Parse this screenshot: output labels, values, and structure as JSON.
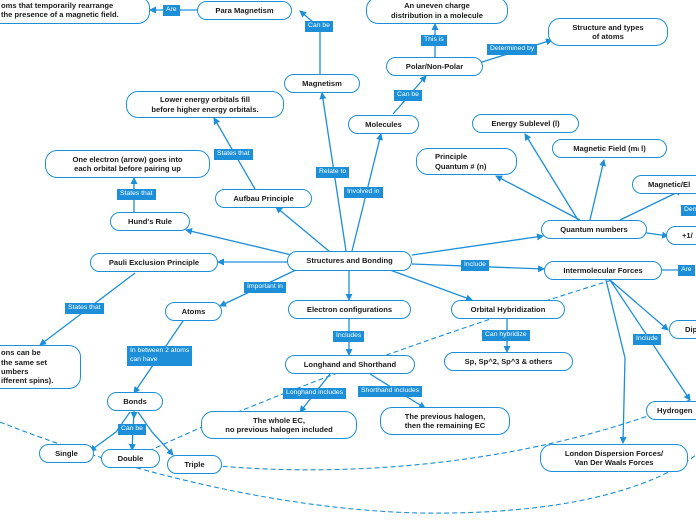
{
  "colors": {
    "accent": "#1c8fd8",
    "node_border": "#1c8fd8",
    "text": "#1a1a1a"
  },
  "nodes": {
    "center": "Structures and Bonding",
    "magnetism": "Magnetism",
    "para_magnetism": "Para Magnetism",
    "para_desc": "oms that temporarily rearrange\nthe presence of a magnetic field.",
    "uneven_charge": "An uneven charge\ndistribution in a molecule",
    "structure_types": "Structure and types\nof atoms",
    "polar": "Polar/Non-Polar",
    "molecules": "Molecules",
    "lower_orbitals": "Lower energy orbitals fill\nbefore higher energy orbitals.",
    "aufbau": "Aufbau Principle",
    "one_electron": "One electron (arrow) goes into\neach orbital before pairing up",
    "hunds_rule": "Hund's Rule",
    "pauli": "Pauli Exclusion Principle",
    "pauli_desc": "ons can be\nthe same set\numbers\nifferent spins).",
    "atoms": "Atoms",
    "electron_config": "Electron configurations",
    "bonds": "Bonds",
    "single": "Single",
    "double": "Double",
    "triple": "Triple",
    "longhand_shorthand": "Longhand and Shorthand",
    "whole_ec": "The whole EC,\nno previous halogen included",
    "previous_halogen": "The previous halogen,\nthen the remaining EC",
    "orbital_hybrid": "Orbital Hybridization",
    "sp_types": "Sp, Sp^2, Sp^3 & others",
    "energy_sublevel": "Energy Sublevel (l)",
    "principle_qn": "Principle\nQuantum # (n)",
    "magnetic_field": "Magnetic Field (mₗ l)",
    "magnetic_el": "Magnetic/El",
    "quantum_numbers": "Quantum numbers",
    "plus_half": "+1/",
    "intermolecular": "Intermolecular Forces",
    "dipole": "Dip",
    "hydrogen": "Hydrogen",
    "london": "London Dispersion Forces/\nVan Der Waals Forces"
  },
  "labels": {
    "are": "Are",
    "can_be_mag": "Can be",
    "this_is": "This is",
    "determined_by": "Determined by",
    "can_be_polar": "Can be",
    "relate_to": "Relate to",
    "involved_in": "Involved in",
    "states_that_aufbau": "States that",
    "states_that_hund": "States that",
    "states_that_pauli": "States that",
    "important_in": "Important in",
    "in_between": "In between 2 atoms\ncan have",
    "can_be_bonds": "Can be",
    "includes_ec": "Includes",
    "longhand_includes": "Longhand includes",
    "shorthand_includes": "Shorthand includes",
    "can_hybridize": "Can hybridize",
    "include_qn": "Include",
    "are_im": "Are",
    "include_im": "Include",
    "den": "Den"
  }
}
